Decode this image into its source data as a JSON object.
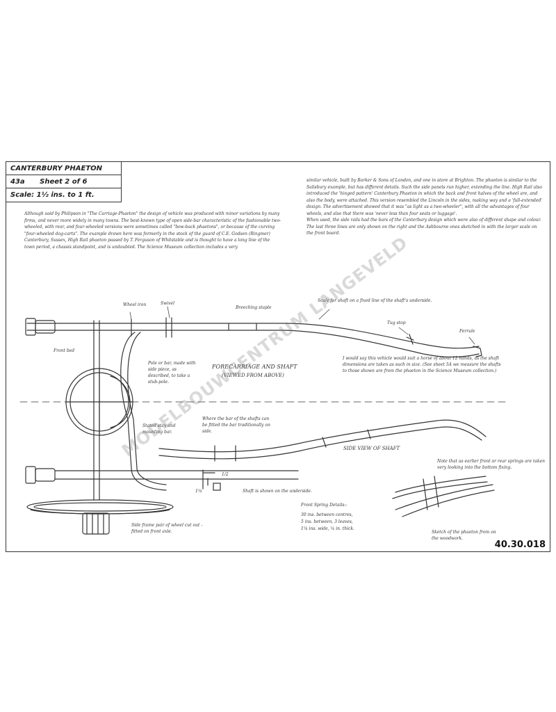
{
  "title_block": {
    "name": "CANTERBURY PHAETON",
    "number": "43a",
    "sheet": "Sheet 2 of 6",
    "scale": "Scale: 1½ ins. to 1 ft."
  },
  "reference": "40.30.018",
  "watermark": "MODELBOUWCENTRUM LANGEVELD",
  "text_blocks": {
    "intro_left": "Although said by Philipson in \"The Carriage-Phaeton\" the design of vehicle was produced with minor variations by many firms, and never more widely in many towns. The best-known type of open side-bar characteristic of the fashionable two-wheeled, with rear, and four-wheeled versions were sometimes called \"bow-back phaetons\", or because of the curving \"four-wheeled dog-carts\". The example drawn here was formerly in the stock of the guard of C.E. Godsen (Ringmer) Canterbury, Sussex, High Rail phaeton passed by T. Ferguson of Whitstable and is thought to have a long line of the town period, a chassis standpoint, and is undoubted. The Science Museum collection includes a very",
    "intro_right": "similar vehicle, built by Barker & Sons of London, and one in store at Brighton. The phaeton is similar to the Salisbury example, but has different details. Such the side panels run higher, extending the line. High Rail also introduced the 'hinged pattern' Canterbury Phaeton in which the back and front halves of the wheel are, and also the body, were attached. This version resembled the Lincoln in the sides, making way and a 'full-extended' design. The advertisement showed that it was \"as light as a two-wheeler\", with all the advantages of four wheels, and also that there was 'never less than four seats or luggage'.\nWhen used, the side rails had the bars of the Canterbury design which were also of different shape and colour. The last three lines are only shown on the right and the Ashbourne ones sketched in with the larger scale on the front board.",
    "wood_note": "I would say this vehicle would suit a horse of about 12 hands, as the shaft dimensions are taken as such in size. (See sheet 5A we measure the shafts to those shown are from the phaeton in the Science Museum collection.)",
    "spring_note": "Note that as earlier front or rear springs are taken very looking into the bottom fixing.",
    "spring_details_title": "Front Spring Details:-",
    "spring_details": [
      "30 ins. between centres,",
      "5 ins. between, 3 leaves,",
      "1¼ ins. wide, ¼ in. thick."
    ],
    "foot_note": "Side frame pair of wheel cut out - fitted on front axle.",
    "shaft_note": "Shaft is shown on the underside.",
    "sketch_note": "Sketch of the phaeton from on the woodwork."
  },
  "labels": {
    "forecarriage": "FORECARRIAGE AND SHAFT",
    "forecarriage_sub": "(VIEWED FROM ABOVE)",
    "side_view": "SIDE VIEW OF SHAFT",
    "wheel_iron": "Wheel iron",
    "swivel": "Swivel",
    "breeching_staple": "Breeching staple",
    "tug_stop": "Tug stop",
    "ferrule": "Ferrule",
    "front_bed": "Front bed",
    "pull_note": "Pole or bar, made with side piece, as described, to take a stub-pole.",
    "shaft_bar_note": "Stated stay and mounting bar.",
    "where_note": "Where the bar of the shafts can be fitted the bar traditionally on side.",
    "dash_note": "Scale for shaft on a fixed line of the shaft's underside.",
    "dim_one": "1/2",
    "dim_two": "1¼"
  }
}
